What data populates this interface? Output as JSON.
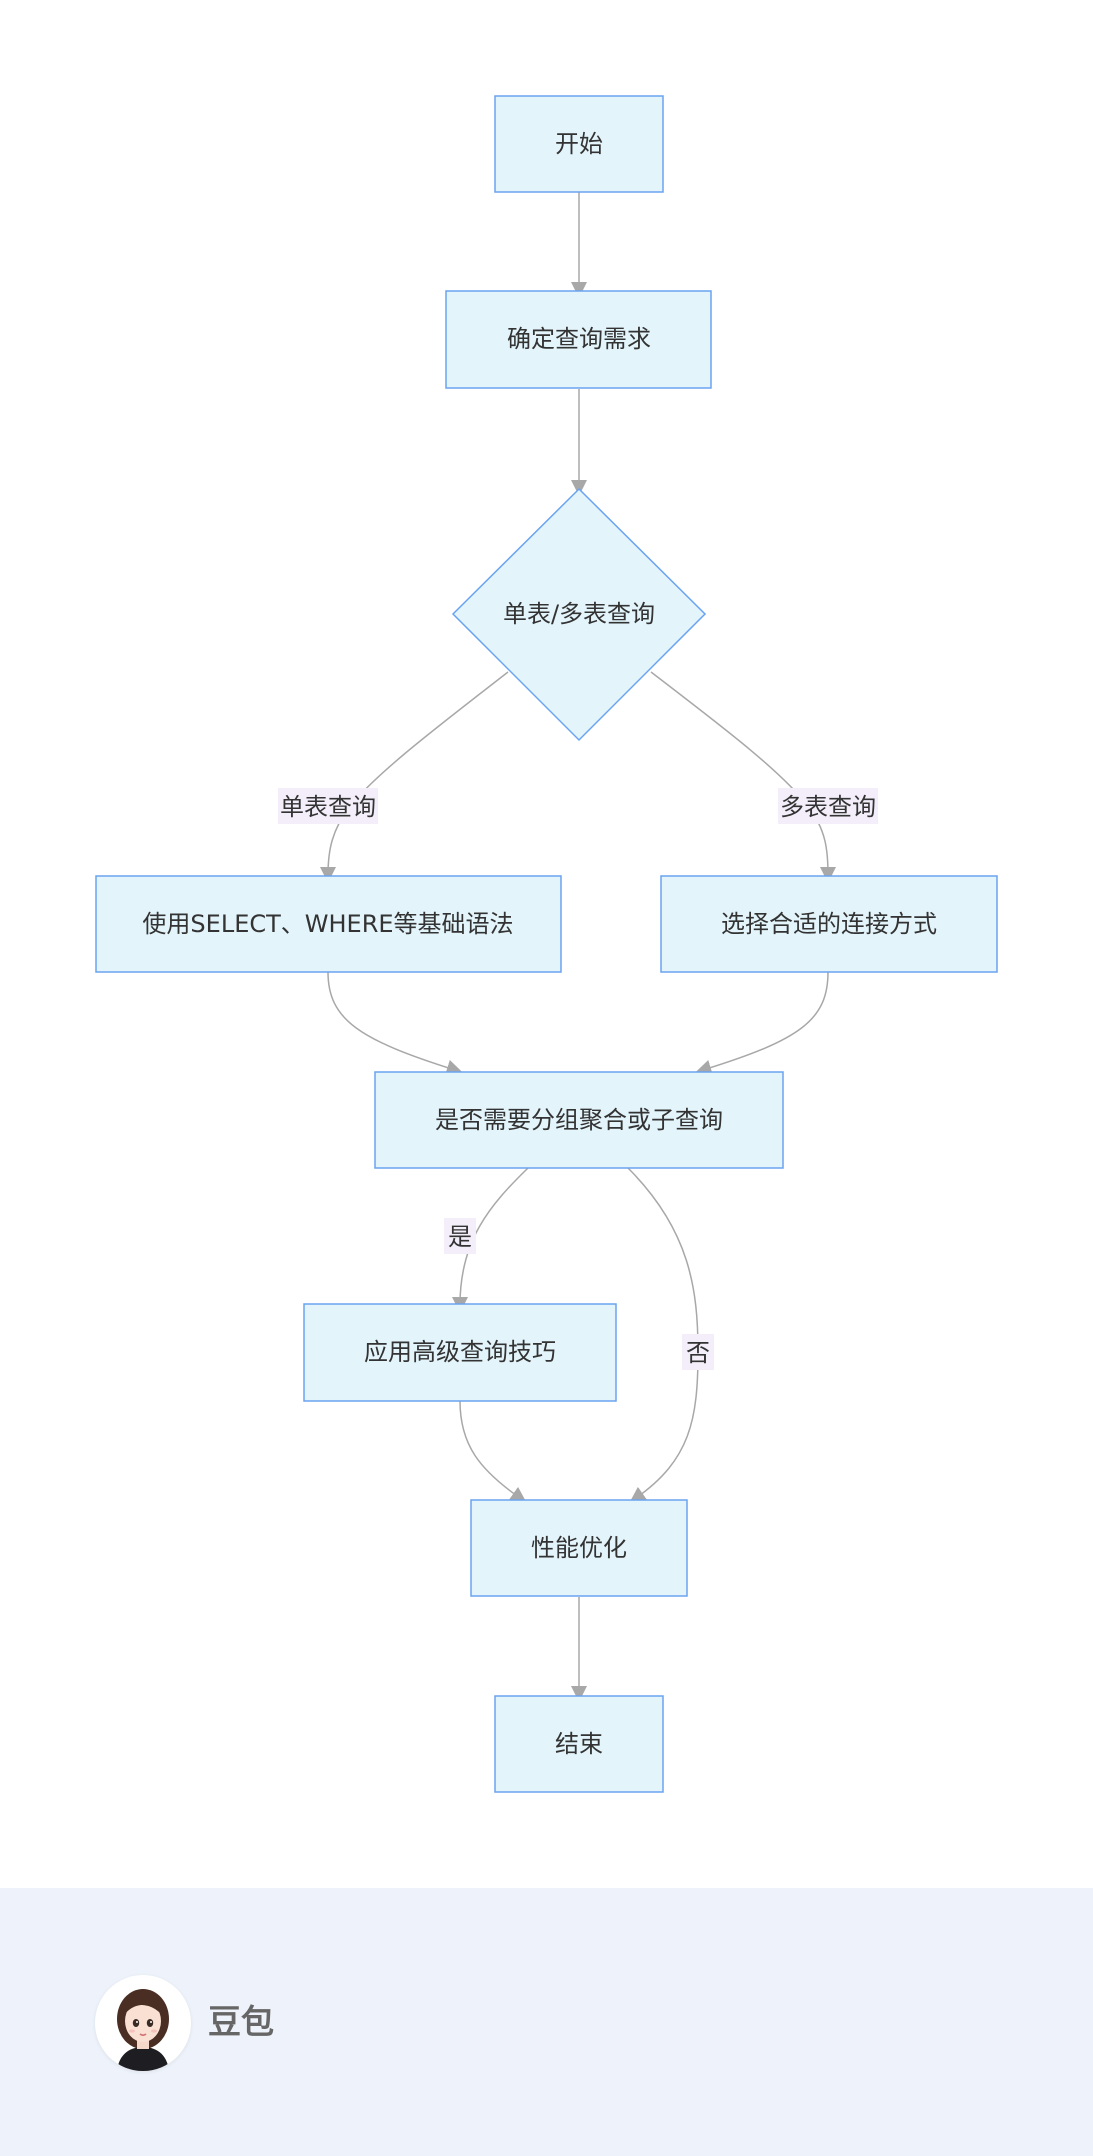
{
  "flowchart": {
    "nodes": {
      "start": "开始",
      "determine": "确定查询需求",
      "decision": "单表/多表查询",
      "basic": "使用SELECT、WHERE等基础语法",
      "join": "选择合适的连接方式",
      "group": "是否需要分组聚合或子查询",
      "advanced": "应用高级查询技巧",
      "optimize": "性能优化",
      "end": "结束"
    },
    "edge_labels": {
      "single": "单表查询",
      "multi": "多表查询",
      "yes": "是",
      "no": "否"
    }
  },
  "footer": {
    "name": "豆包",
    "avatar_icon": "doubao-avatar-icon"
  },
  "colors": {
    "node_fill": "#e3f4fb",
    "node_stroke": "#6aa3f0",
    "edge": "#a8a8a8",
    "edge_label_bg": "#f3eefa",
    "footer_bg": "#eef3fb"
  }
}
